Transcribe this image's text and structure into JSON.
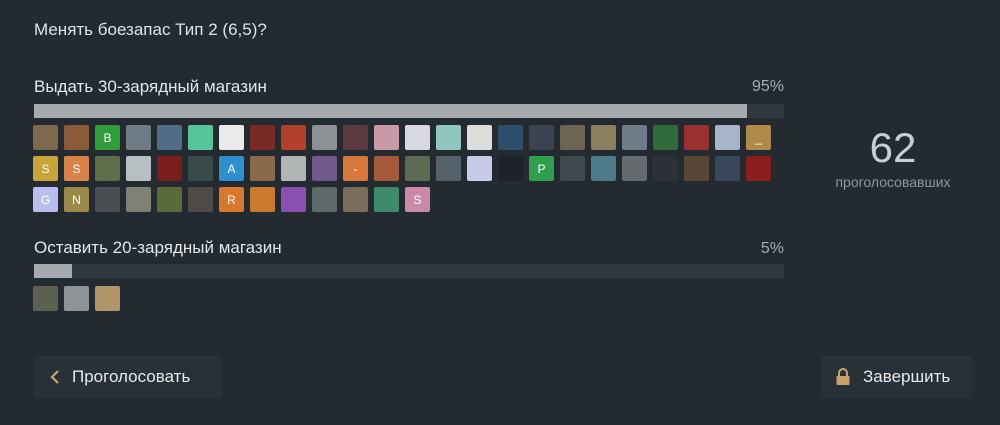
{
  "poll": {
    "question": "Менять боезапас Тип 2 (6,5)?",
    "options": [
      {
        "label": "Выдать 30-зарядный магазин",
        "percent_text": "95%",
        "percent": 95,
        "voters": [
          {
            "bg": "#7d6a4e",
            "text": ""
          },
          {
            "bg": "#8a5b3a",
            "text": ""
          },
          {
            "bg": "#2e9d3a",
            "text": "B"
          },
          {
            "bg": "#6e7a84",
            "text": ""
          },
          {
            "bg": "#4f6d86",
            "text": ""
          },
          {
            "bg": "#56c69a",
            "text": ""
          },
          {
            "bg": "#eaeaea",
            "text": ""
          },
          {
            "bg": "#7a2a24",
            "text": ""
          },
          {
            "bg": "#b3402a",
            "text": ""
          },
          {
            "bg": "#8d9196",
            "text": ""
          },
          {
            "bg": "#5c3a3f",
            "text": ""
          },
          {
            "bg": "#c89aa8",
            "text": ""
          },
          {
            "bg": "#d8d8e4",
            "text": ""
          },
          {
            "bg": "#8fc7c0",
            "text": ""
          },
          {
            "bg": "#dcdcdc",
            "text": ""
          },
          {
            "bg": "#2d4f6a",
            "text": ""
          },
          {
            "bg": "#3a4350",
            "text": ""
          },
          {
            "bg": "#6e6452",
            "text": ""
          },
          {
            "bg": "#8a8060",
            "text": ""
          },
          {
            "bg": "#6d7c86",
            "text": ""
          },
          {
            "bg": "#2e6b3a",
            "text": ""
          },
          {
            "bg": "#9a3030",
            "text": ""
          },
          {
            "bg": "#a8b4c8",
            "text": ""
          },
          {
            "bg": "#b08a4a",
            "text": "_"
          },
          {
            "bg": "#c9a43a",
            "text": "S"
          },
          {
            "bg": "#d9824a",
            "text": "S"
          },
          {
            "bg": "#5f6e4a",
            "text": ""
          },
          {
            "bg": "#b7bfc3",
            "text": ""
          },
          {
            "bg": "#7a1d1d",
            "text": ""
          },
          {
            "bg": "#3a4a48",
            "text": ""
          },
          {
            "bg": "#2f8fcf",
            "text": "A"
          },
          {
            "bg": "#8a6a4a",
            "text": ""
          },
          {
            "bg": "#b0b6b6",
            "text": ""
          },
          {
            "bg": "#6f5a8a",
            "text": ""
          },
          {
            "bg": "#d9783a",
            "text": "-"
          },
          {
            "bg": "#a45a3a",
            "text": ""
          },
          {
            "bg": "#5d6b55",
            "text": ""
          },
          {
            "bg": "#54616a",
            "text": ""
          },
          {
            "bg": "#c8cbe6",
            "text": ""
          },
          {
            "bg": "#1f2228",
            "text": ""
          },
          {
            "bg": "#2f9f4f",
            "text": "P"
          },
          {
            "bg": "#3f4a4e",
            "text": ""
          },
          {
            "bg": "#4e7a8a",
            "text": ""
          },
          {
            "bg": "#646a6e",
            "text": ""
          },
          {
            "bg": "#2c3138",
            "text": ""
          },
          {
            "bg": "#5a4636",
            "text": ""
          },
          {
            "bg": "#39475a",
            "text": ""
          },
          {
            "bg": "#8a1e1e",
            "text": ""
          },
          {
            "bg": "#b9bdf0",
            "text": "G"
          },
          {
            "bg": "#9a8a4a",
            "text": "N"
          },
          {
            "bg": "#4a4e52",
            "text": ""
          },
          {
            "bg": "#7e8174",
            "text": ""
          },
          {
            "bg": "#5a6a3a",
            "text": ""
          },
          {
            "bg": "#4e4a48",
            "text": ""
          },
          {
            "bg": "#d9782a",
            "text": "R"
          },
          {
            "bg": "#c97a2a",
            "text": ""
          },
          {
            "bg": "#8a4fb0",
            "text": ""
          },
          {
            "bg": "#5e6a6a",
            "text": ""
          },
          {
            "bg": "#7a6e5a",
            "text": ""
          },
          {
            "bg": "#3f8a6a",
            "text": ""
          },
          {
            "bg": "#c98aa8",
            "text": "S"
          }
        ]
      },
      {
        "label": "Оставить 20-зарядный магазин",
        "percent_text": "5%",
        "percent": 5,
        "voters": [
          {
            "bg": "#5c6050",
            "text": ""
          },
          {
            "bg": "#8e9396",
            "text": ""
          },
          {
            "bg": "#b0946a",
            "text": ""
          }
        ]
      }
    ],
    "voters_count": "62",
    "voters_label": "проголосовавших"
  },
  "buttons": {
    "vote_label": "Проголосовать",
    "finish_label": "Завершить"
  },
  "icons": {
    "vote": "chevron-left-icon",
    "finish": "lock-icon"
  },
  "colors": {
    "background": "#232b31",
    "bar_fill": "#a6aaad",
    "button_bg": "#283137"
  }
}
